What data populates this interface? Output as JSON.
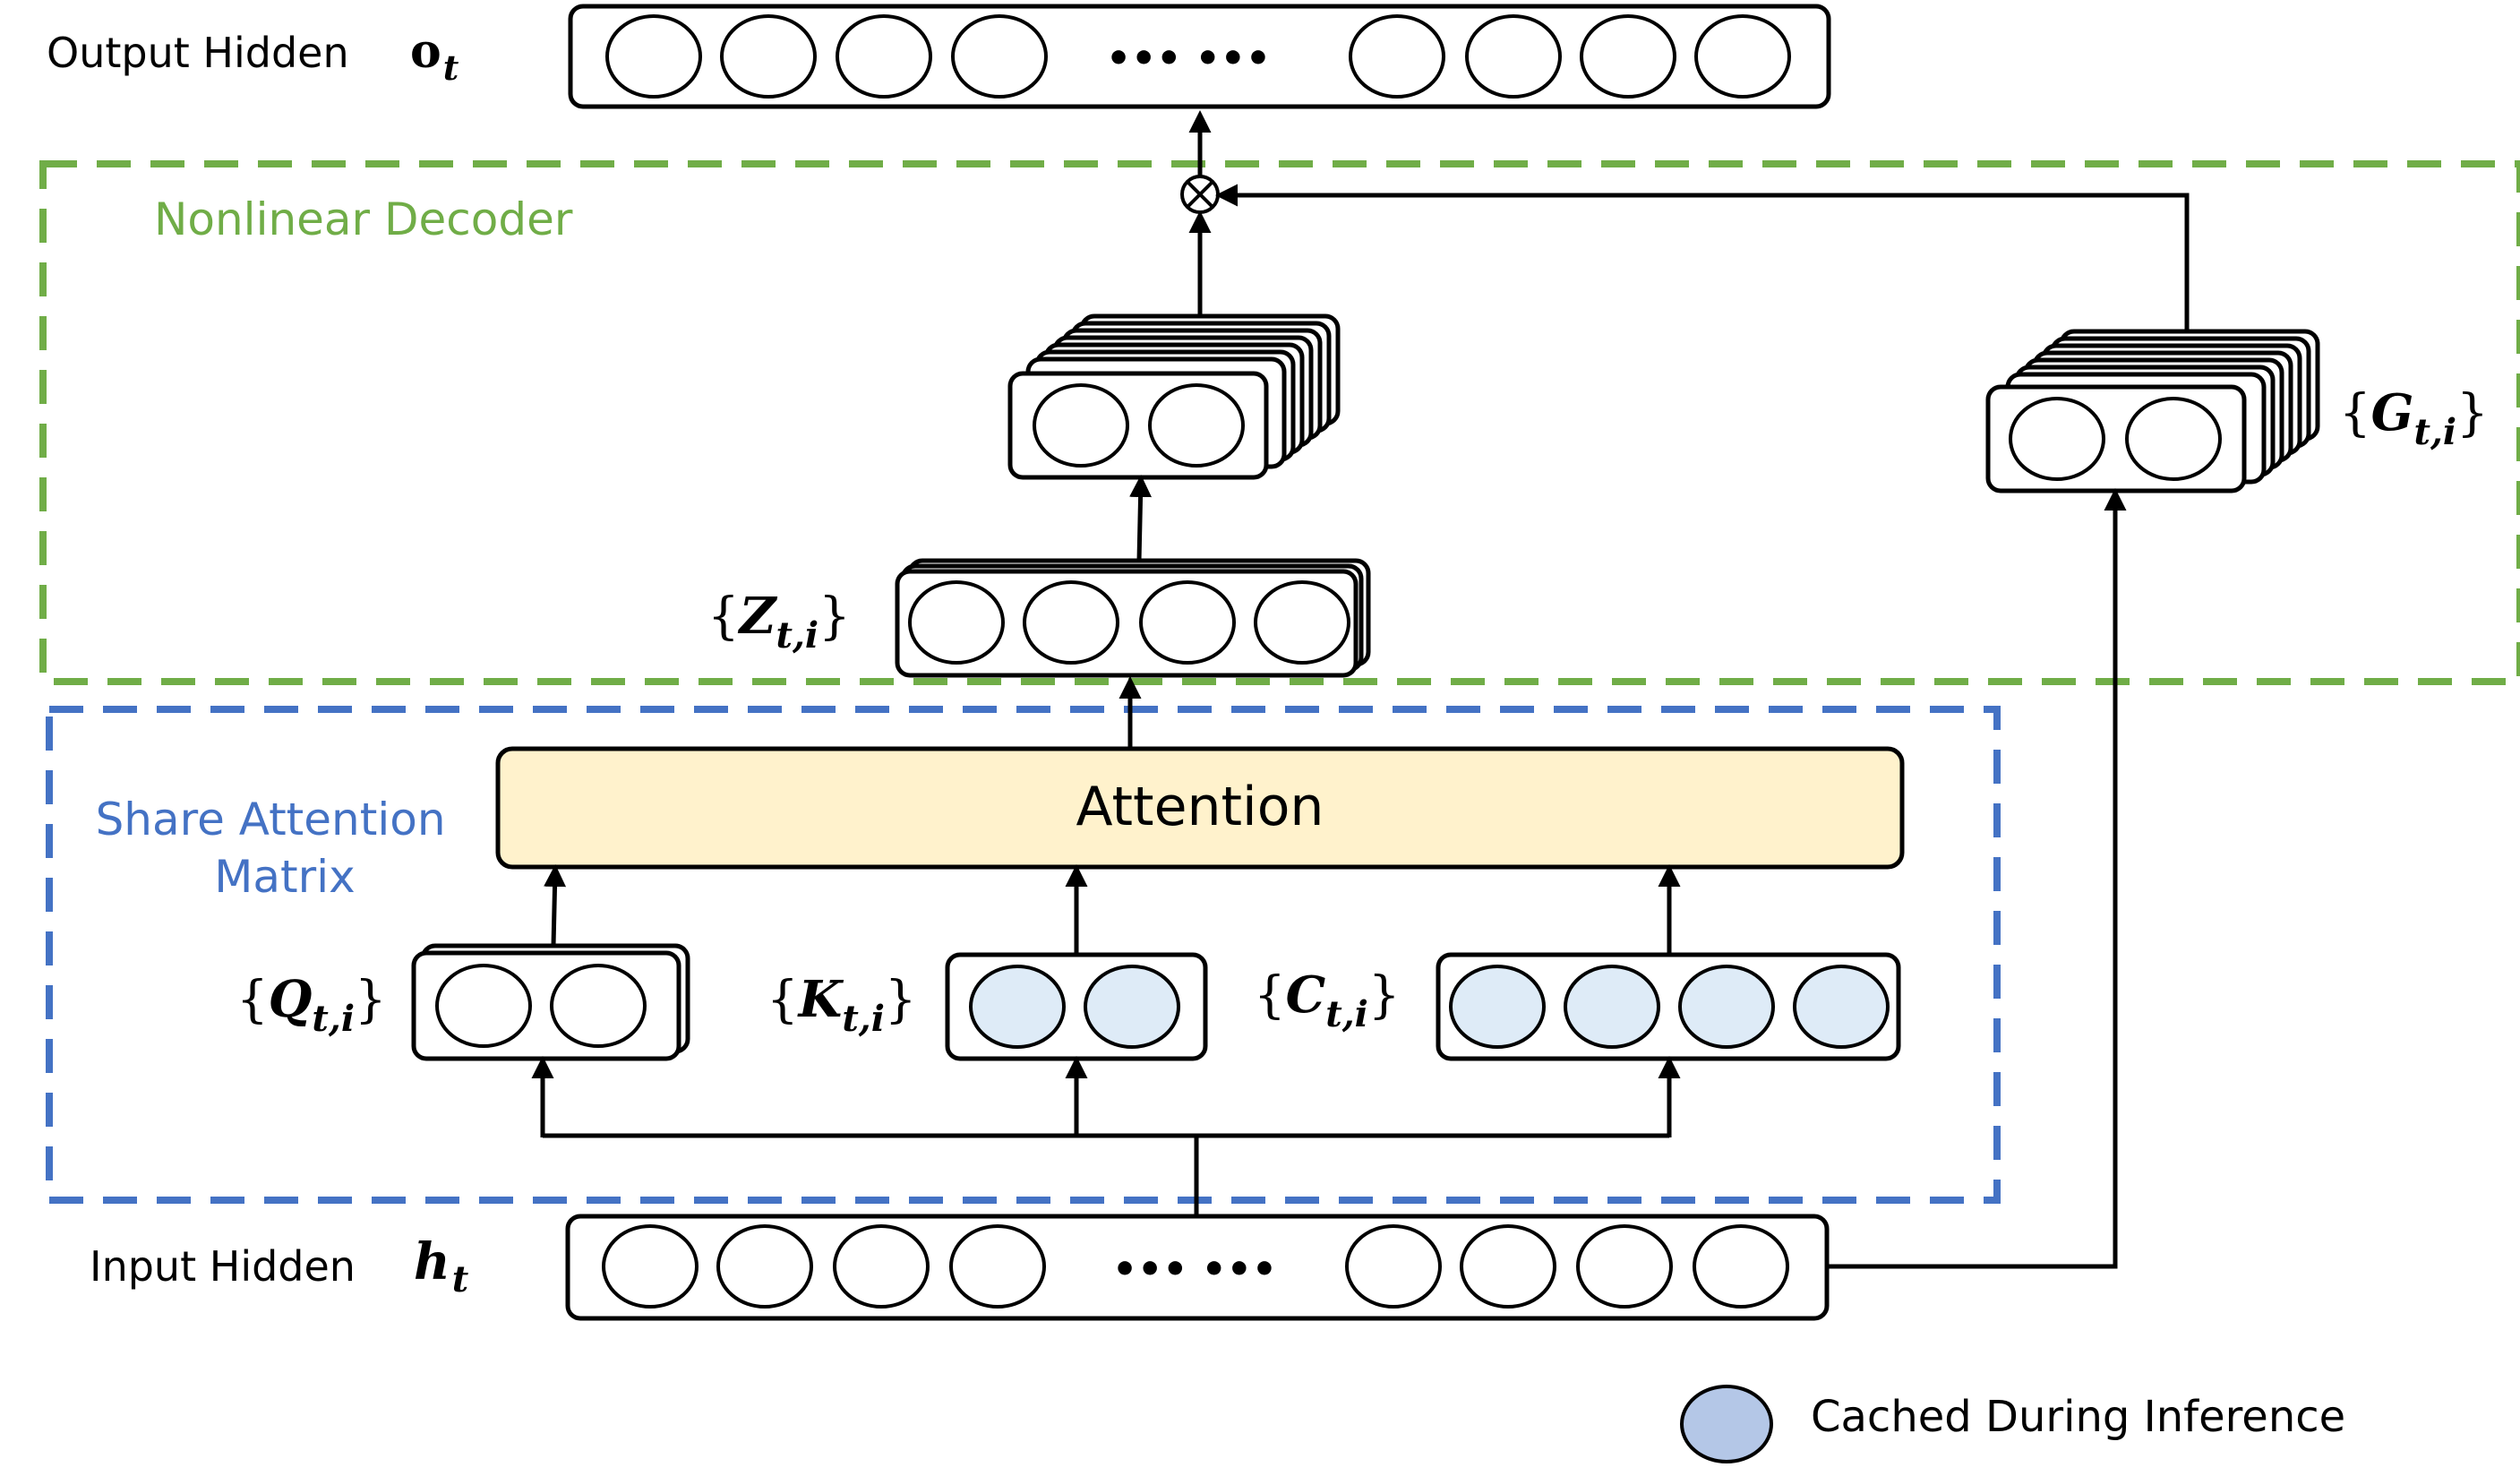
{
  "output_hidden": {
    "label": "Output Hidden",
    "symbol": "o",
    "subscript": "t"
  },
  "input_hidden": {
    "label": "Input Hidden",
    "symbol": "h",
    "subscript": "t"
  },
  "nonlinear_decoder": {
    "label": "Nonlinear Decoder",
    "color": "#70ad47"
  },
  "share_attention": {
    "label_line1": "Share Attention",
    "label_line2": "Matrix",
    "color": "#4472c4"
  },
  "attention": {
    "label": "Attention",
    "fill": "#fff2cc"
  },
  "sets": {
    "q": {
      "letter": "Q",
      "subscript": "t,i"
    },
    "k": {
      "letter": "K",
      "subscript": "t,i"
    },
    "c": {
      "letter": "C",
      "subscript": "t,i"
    },
    "z": {
      "letter": "Z",
      "subscript": "t,i"
    },
    "g": {
      "letter": "G",
      "subscript": "t,i"
    }
  },
  "legend": {
    "label": "Cached During Inference",
    "swatch_color": "#b4c7e7"
  },
  "cached_node_color": "#deebf7",
  "ellipsis": "•••   •••",
  "multiply_icon": "circle-times"
}
